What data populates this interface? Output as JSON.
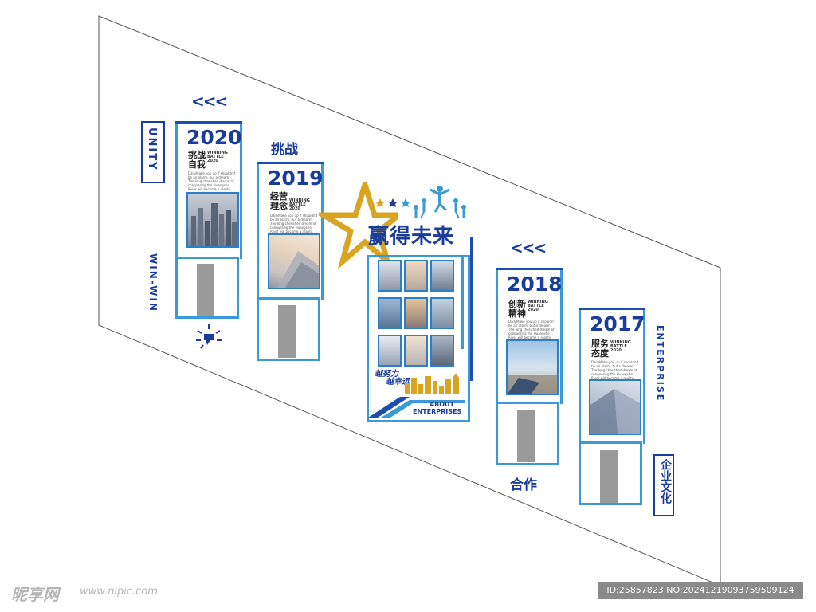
{
  "panels": [
    {
      "year": "2020",
      "title_cn": "挑战\n自我",
      "tag": "WINNING\nBATTLE\n2020",
      "blurb": "DailyMake you up if shouldn't\nbe an alarm, but a dream!\nThe long cherished dream of\nconquering the Huangshe\nRiver will become a reality."
    },
    {
      "year": "2019",
      "title_cn": "经营\n理念",
      "tag": "WINNING\nBATTLE\n2020",
      "blurb": "DailyMake you up if shouldn't\nbe an alarm, but a dream!\nThe long cherished dream of\nconquering the Huangshe\nRiver will become a reality."
    },
    {
      "year": "2018",
      "title_cn": "创新\n精神",
      "tag": "WINNING\nBATTLE\n2020",
      "blurb": "DailyMake you up if shouldn't\nbe an alarm, but a dream!\nThe long cherished dream of\nconquering the Huangshe\nRiver will become a reality."
    },
    {
      "year": "2017",
      "title_cn": "服务\n态度",
      "tag": "WINNING\nBATTLE\n2020",
      "blurb": "DailyMake you up if shouldn't\nbe an alarm, but a dream!\nThe long cherished dream of\nconquering the Huangshe\nRiver will become a reality."
    }
  ],
  "center": {
    "headline": "赢得未来",
    "slogan_1": "越努力",
    "slogan_2": "越幸运",
    "about_1": "ABOUT",
    "about_2": "ENTERPRISES"
  },
  "labels": {
    "unity": "UNITY",
    "win_win": "WIN-WIN",
    "enterprise": "ENTERPRISE",
    "challenge": "挑战",
    "cooperation": "合作",
    "culture": "企业文化",
    "chevrons": "<<<"
  },
  "watermark": {
    "logo": "昵享网",
    "url": "www.nipic.com",
    "id_text": "ID:25857823 NO:20241219093759509124"
  },
  "colors": {
    "navy": "#1a3d9c",
    "sky": "#3a9ad6",
    "gold": "#d9a521"
  }
}
